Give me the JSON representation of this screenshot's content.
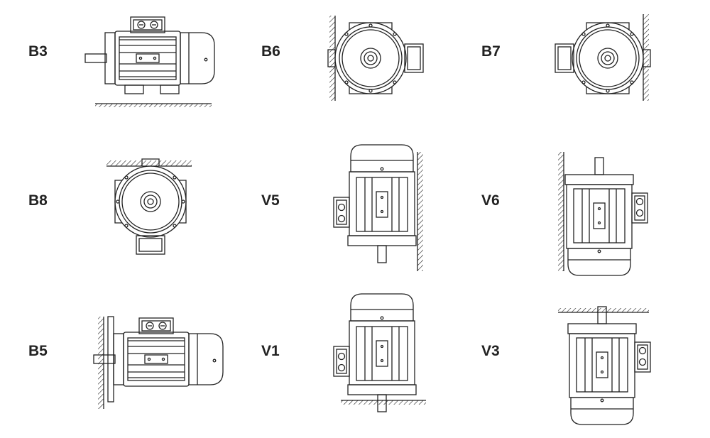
{
  "mountings": [
    {
      "label": "B3",
      "orientation": "side, feet on floor"
    },
    {
      "label": "B6",
      "orientation": "end view, wall mounted, terminal box right"
    },
    {
      "label": "B7",
      "orientation": "end view, wall mounted, terminal box left"
    },
    {
      "label": "B8",
      "orientation": "end view, ceiling mounted"
    },
    {
      "label": "V5",
      "orientation": "vertical, shaft down, wall mounted"
    },
    {
      "label": "V6",
      "orientation": "vertical, shaft up, wall mounted"
    },
    {
      "label": "B5",
      "orientation": "side, flange mounted"
    },
    {
      "label": "V1",
      "orientation": "vertical, shaft down, flange mounted"
    },
    {
      "label": "V3",
      "orientation": "vertical, shaft up, flange mounted"
    }
  ],
  "colors": {
    "line": "#222222",
    "background": "#ffffff"
  }
}
